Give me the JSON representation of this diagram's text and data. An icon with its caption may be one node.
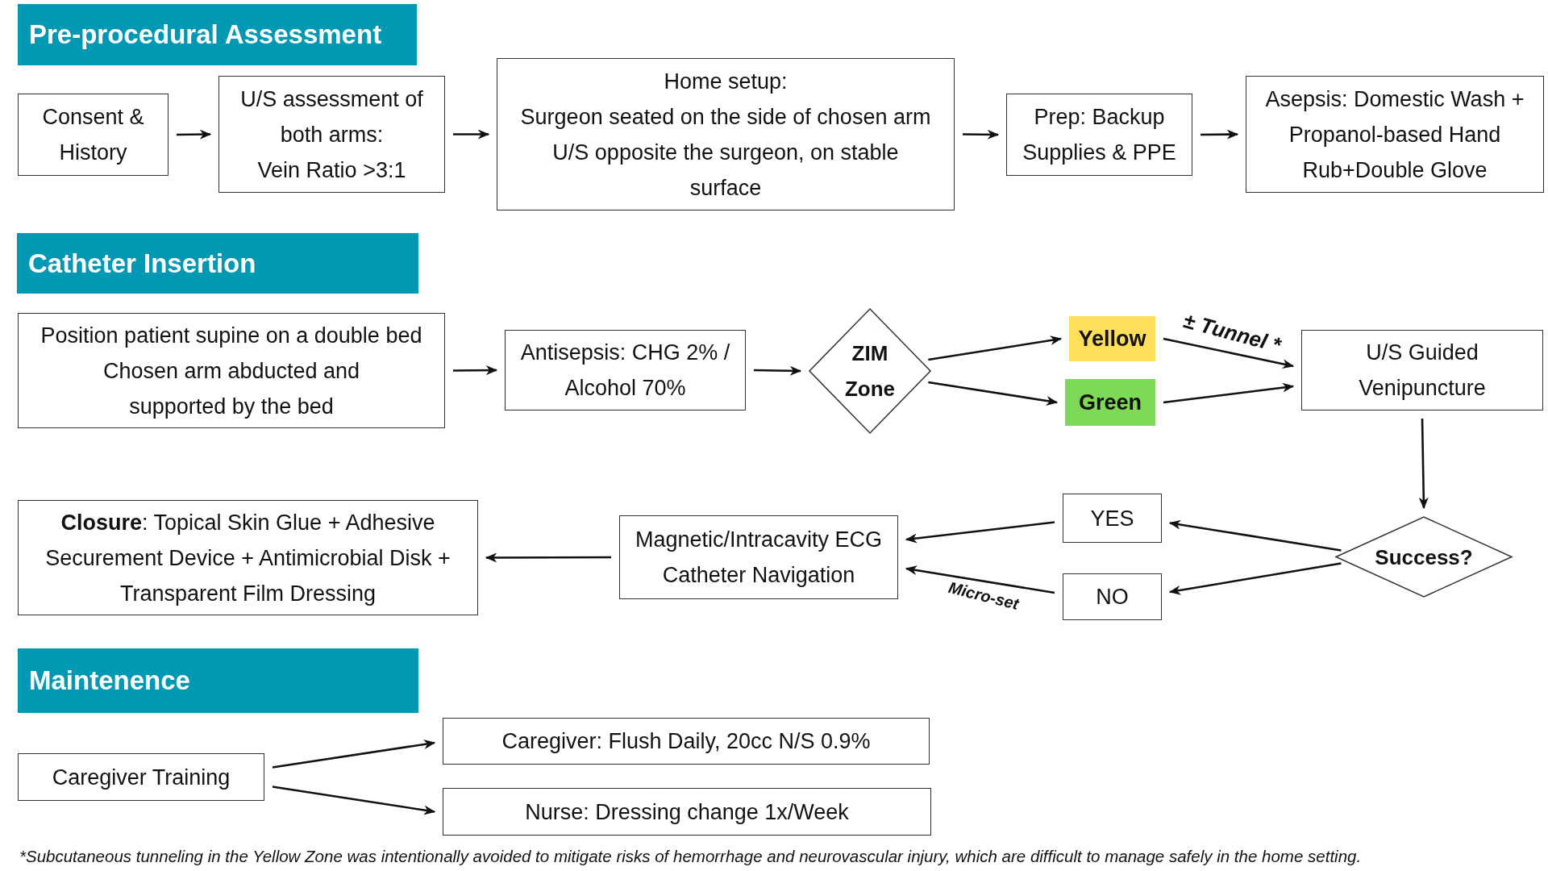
{
  "diagram": {
    "nodes": [
      {
        "text": [
          "Pre-procedural Assessment"
        ]
      },
      {
        "text": [
          "Consent & History"
        ]
      },
      {
        "text": [
          "U/S assessment of both arms:",
          "Vein Ratio >3:1"
        ]
      },
      {
        "text": [
          "Home setup:",
          "Surgeon seated on the side of chosen arm",
          "U/S opposite the surgeon, on stable surface"
        ]
      },
      {
        "text": [
          "Prep: Backup Supplies & PPE"
        ]
      },
      {
        "text": [
          "Asepsis: Domestic Wash + Propanol-based Hand Rub+Double Glove"
        ]
      },
      {
        "text": [
          "Catheter Insertion"
        ]
      },
      {
        "text": [
          "Position patient supine on a double bed",
          "Chosen arm abducted and supported by the bed"
        ]
      },
      {
        "text": [
          "Antisepsis: CHG 2% / Alcohol 70%"
        ]
      },
      {
        "text": [
          "ZIM Zone"
        ]
      },
      {
        "text": [
          "Yellow"
        ]
      },
      {
        "text": [
          "Green"
        ]
      },
      {
        "text": [
          "U/S Guided Venipuncture"
        ]
      },
      {
        "text": [
          "**Closure**: Topical Skin Glue + Adhesive Securement Device + Antimicrobial Disk + Transparent Film Dressing"
        ]
      },
      {
        "text": [
          "Magnetic/Intracavity ECG Catheter Navigation"
        ]
      },
      {
        "text": [
          "YES"
        ]
      },
      {
        "text": [
          "NO"
        ]
      },
      {
        "text": [
          "Success?"
        ]
      },
      {
        "text": [
          "Maintenence"
        ]
      },
      {
        "text": [
          "Caregiver Training"
        ]
      },
      {
        "text": [
          "Caregiver: Flush Daily, 20cc N/S 0.9%"
        ]
      },
      {
        "text": [
          "Nurse: Dressing change 1x/Week"
        ]
      }
    ],
    "edges": [
      {
        "from": 1,
        "to": 2,
        "arrow": "to"
      },
      {
        "from": 2,
        "to": 3,
        "arrow": "to"
      },
      {
        "from": 3,
        "to": 4,
        "arrow": "to"
      },
      {
        "from": 4,
        "to": 5,
        "arrow": "to"
      },
      {
        "from": 7,
        "to": 8,
        "arrow": "to"
      },
      {
        "from": 8,
        "to": 9,
        "arrow": "to"
      },
      {
        "from": 9,
        "to": 10,
        "arrow": "to"
      },
      {
        "from": 9,
        "to": 11,
        "arrow": "to"
      },
      {
        "from": 10,
        "to": 12,
        "arrow": "to",
        "label": "± Tunnel *"
      },
      {
        "from": 11,
        "to": 12,
        "arrow": "to"
      },
      {
        "from": 12,
        "to": 17,
        "arrow": "to"
      },
      {
        "from": 17,
        "to": 15,
        "arrow": "to"
      },
      {
        "from": 17,
        "to": 16,
        "arrow": "to"
      },
      {
        "from": 15,
        "to": 14,
        "arrow": "to"
      },
      {
        "from": 16,
        "to": 14,
        "arrow": "to",
        "label": "Micro-set"
      },
      {
        "from": 14,
        "to": 13,
        "arrow": "to"
      },
      {
        "from": 19,
        "to": 20,
        "arrow": "to"
      },
      {
        "from": 19,
        "to": 21,
        "arrow": "to"
      }
    ],
    "labels": [
      "*Subcutaneous tunneling in the Yellow Zone was intentionally avoided to mitigate risks of hemorrhage and neurovascular injury, which are difficult to manage safely in the home setting."
    ]
  }
}
